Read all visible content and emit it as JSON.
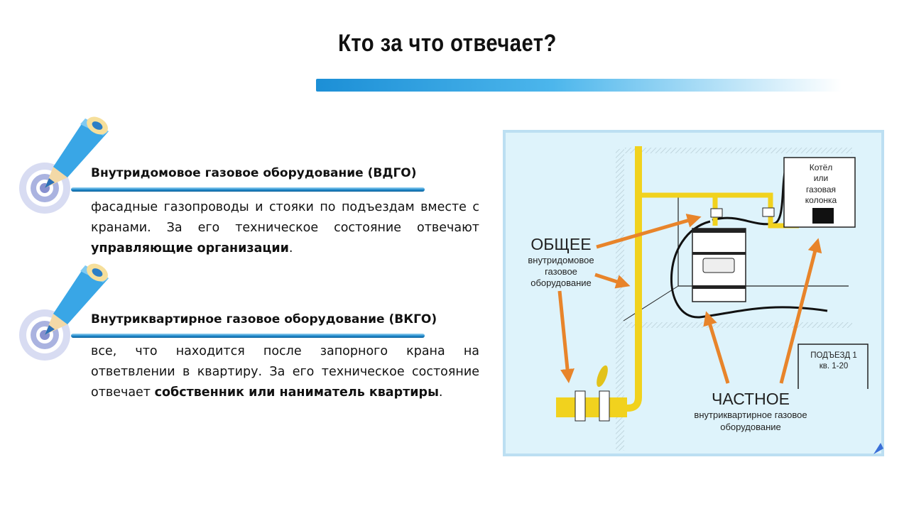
{
  "title": "Кто за что отвечает?",
  "sections": [
    {
      "heading": "Внутридомовое газовое оборудование (ВДГО)",
      "text": " фасадные газопроводы и стояки по подъездам вместе с кранами. За его техническое состояние отвечают ",
      "bold": "управляющие организации",
      "end": "."
    },
    {
      "heading": "Внутриквартирное газовое оборудование (ВКГО)",
      "text": "все, что находится после запорного крана на ответвлении в квартиру. За его техническое состояние отвечает ",
      "bold": "собственник или наниматель квартиры",
      "end": "."
    }
  ],
  "diagram": {
    "boiler": [
      "Котёл",
      "или",
      "газовая",
      "колонка"
    ],
    "common_title": "ОБЩЕЕ",
    "common_sub": [
      "внутридомовое",
      "газовое",
      "оборудование"
    ],
    "private_title": "ЧАСТНОЕ",
    "private_sub": [
      "внутриквартирное газовое",
      "оборудование"
    ],
    "entrance": [
      "ПОДЪЕЗД 1",
      "кв. 1-20"
    ]
  },
  "colors": {
    "accent": "#1c8fd6",
    "arrow": "#e8842a",
    "pipe": "#f1d21e"
  }
}
